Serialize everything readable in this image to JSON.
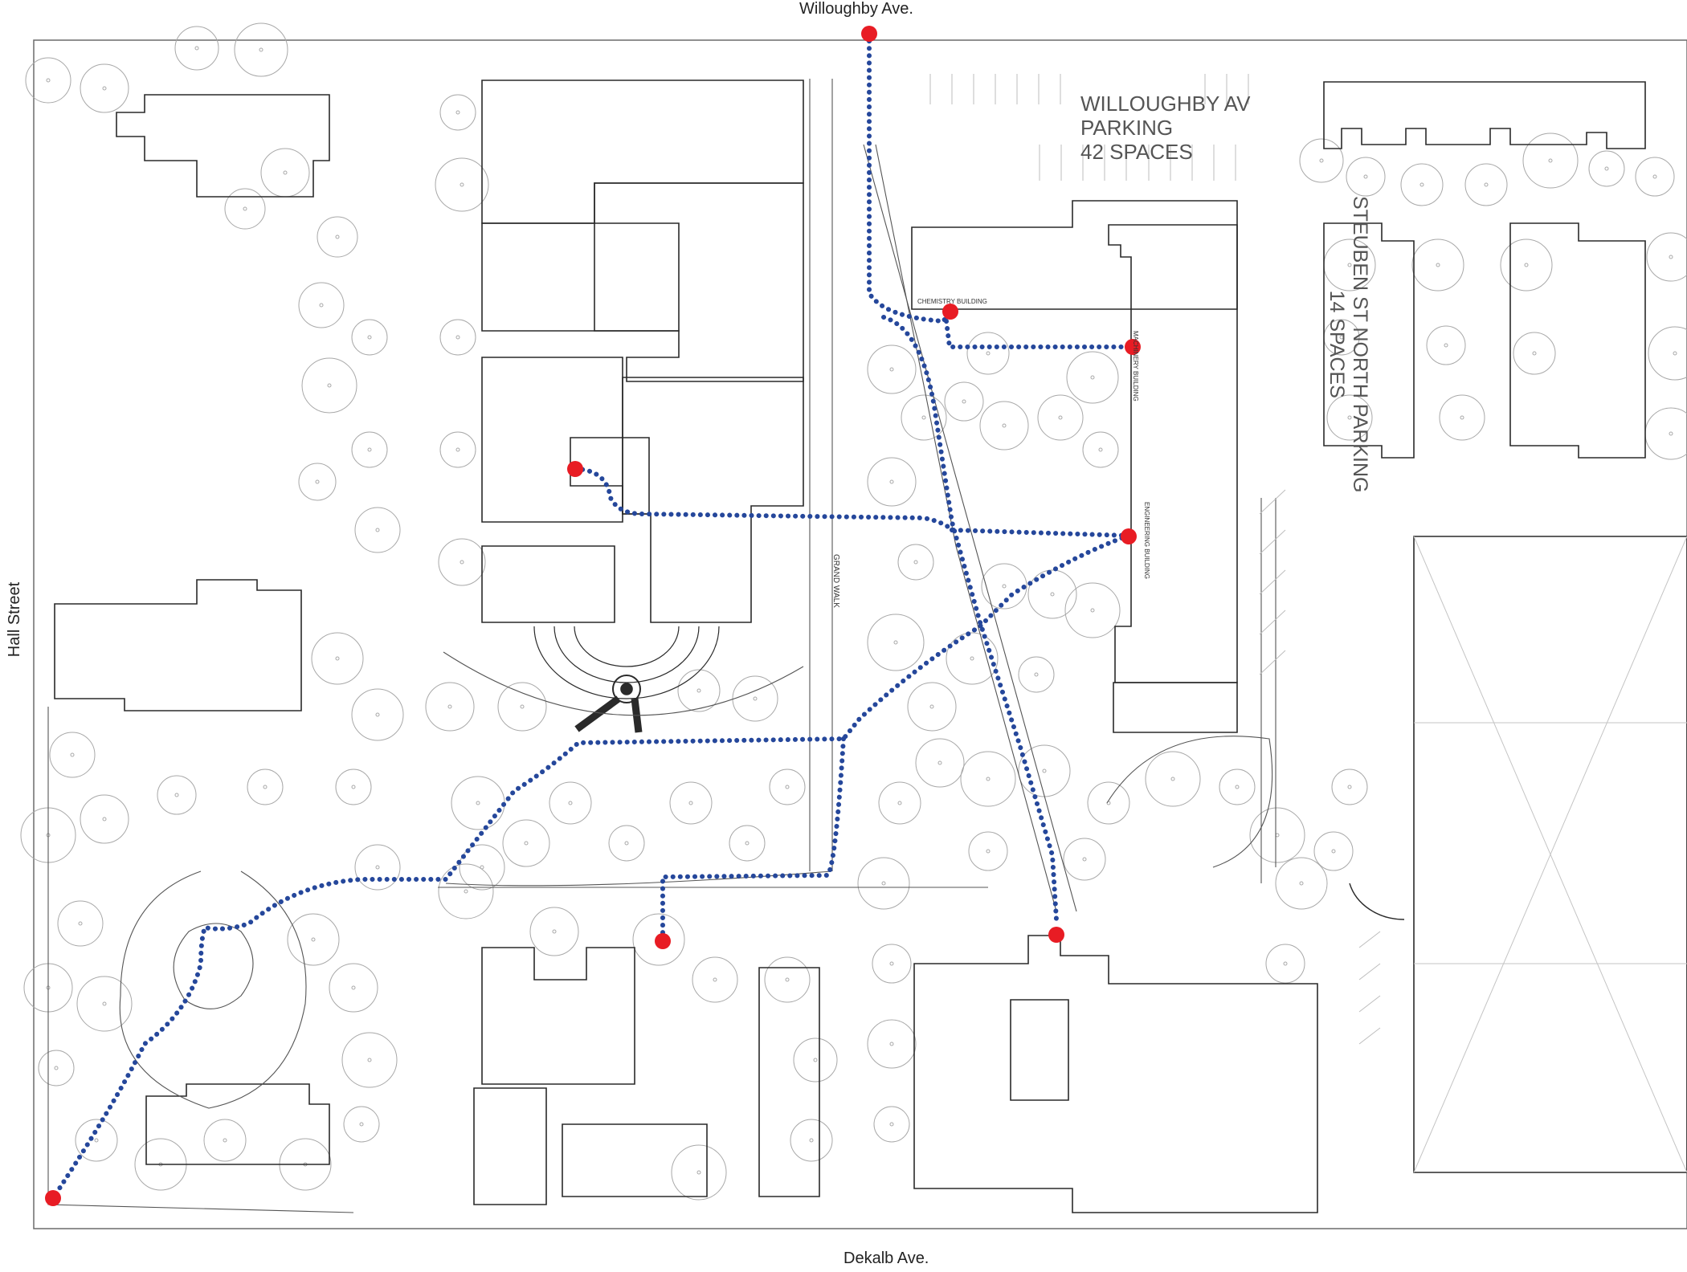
{
  "streets": {
    "north": "Willoughby Ave.",
    "south": "Dekalb Ave.",
    "west": "Hall Street"
  },
  "parking": {
    "willoughby": [
      "WILLOUGHBY AV",
      "PARKING",
      "42 SPACES"
    ],
    "steuben": [
      "STEUBEN ST NORTH PARKING",
      "14 SPACES"
    ]
  },
  "buildings": {
    "chemistry": "CHEMISTRY BUILDING",
    "machinery": "MACHINERY BUILDING",
    "engineering": "ENGINEERING BUILDING"
  },
  "paths": {
    "grand_walk": "GRAND WALK"
  },
  "colors": {
    "route": "#25479b",
    "entrance": "#e81c24",
    "lines": "#5a5a5a",
    "tree": "#9a9a9a"
  },
  "legend_items": {
    "entrance_marker": "red-dot",
    "accessible_route": "blue-dotted-line"
  }
}
